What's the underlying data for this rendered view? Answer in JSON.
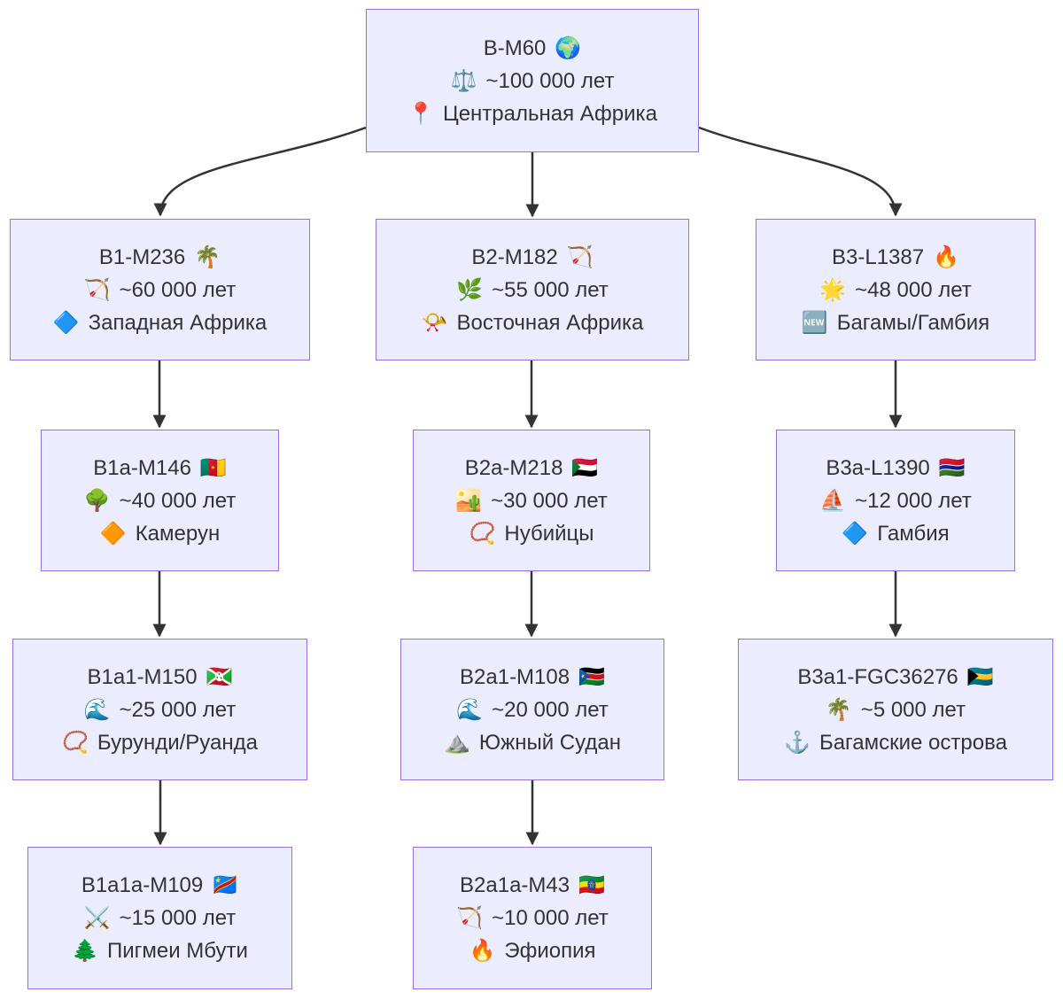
{
  "colors": {
    "background": "#FFFFFF",
    "node_fill": "#ECECFF",
    "node_border": "#9370DB",
    "edge": "#333333",
    "text": "#333333"
  },
  "nodes": [
    {
      "id": "B-M60",
      "label": "B-M60",
      "label_icon": "🌍",
      "age": "~100 000 лет",
      "age_icon": "⚖️",
      "place": "Центральная Африка",
      "place_icon": "📍"
    },
    {
      "id": "B1-M236",
      "label": "B1-M236",
      "label_icon": "🌴",
      "age": "~60 000 лет",
      "age_icon": "🏹",
      "place": "Западная Африка",
      "place_icon": "🔷"
    },
    {
      "id": "B2-M182",
      "label": "B2-M182",
      "label_icon": "🏹",
      "age": "~55 000 лет",
      "age_icon": "🌿",
      "place": "Восточная Африка",
      "place_icon": "📯"
    },
    {
      "id": "B3-L1387",
      "label": "B3-L1387",
      "label_icon": "🔥",
      "age": "~48 000 лет",
      "age_icon": "🌟",
      "place": "Багамы/Гамбия",
      "place_icon": "🆕"
    },
    {
      "id": "B1a-M146",
      "label": "B1a-M146",
      "label_icon": "🇨🇲",
      "age": "~40 000 лет",
      "age_icon": "🌳",
      "place": "Камерун",
      "place_icon": "🔶"
    },
    {
      "id": "B2a-M218",
      "label": "B2a-M218",
      "label_icon": "🇸🇩",
      "age": "~30 000 лет",
      "age_icon": "🏜️",
      "place": "Нубийцы",
      "place_icon": "📿"
    },
    {
      "id": "B3a-L1390",
      "label": "B3a-L1390",
      "label_icon": "🇬🇲",
      "age": "~12 000 лет",
      "age_icon": "⛵",
      "place": "Гамбия",
      "place_icon": "🔷"
    },
    {
      "id": "B1a1-M150",
      "label": "B1a1-M150",
      "label_icon": "🇧🇮",
      "age": "~25 000 лет",
      "age_icon": "🌊",
      "place": "Бурунди/Руанда",
      "place_icon": "📿"
    },
    {
      "id": "B2a1-M108",
      "label": "B2a1-M108",
      "label_icon": "🇸🇸",
      "age": "~20 000 лет",
      "age_icon": "🌊",
      "place": "Южный Судан",
      "place_icon": "⛰️"
    },
    {
      "id": "B3a1-FGC36276",
      "label": "B3a1-FGC36276",
      "label_icon": "🇧🇸",
      "age": "~5 000 лет",
      "age_icon": "🌴",
      "place": "Багамские острова",
      "place_icon": "⚓"
    },
    {
      "id": "B1a1a-M109",
      "label": "B1a1a-M109",
      "label_icon": "🇨🇩",
      "age": "~15 000 лет",
      "age_icon": "⚔️",
      "place": "Пигмеи Мбути",
      "place_icon": "🌲"
    },
    {
      "id": "B2a1a-M43",
      "label": "B2a1a-M43",
      "label_icon": "🇪🇹",
      "age": "~10 000 лет",
      "age_icon": "🏹",
      "place": "Эфиопия",
      "place_icon": "🔥"
    }
  ],
  "edges": [
    {
      "from": "B-M60",
      "to": "B1-M236"
    },
    {
      "from": "B-M60",
      "to": "B2-M182"
    },
    {
      "from": "B-M60",
      "to": "B3-L1387"
    },
    {
      "from": "B1-M236",
      "to": "B1a-M146"
    },
    {
      "from": "B2-M182",
      "to": "B2a-M218"
    },
    {
      "from": "B3-L1387",
      "to": "B3a-L1390"
    },
    {
      "from": "B1a-M146",
      "to": "B1a1-M150"
    },
    {
      "from": "B2a-M218",
      "to": "B2a1-M108"
    },
    {
      "from": "B3a-L1390",
      "to": "B3a1-FGC36276"
    },
    {
      "from": "B1a1-M150",
      "to": "B1a1a-M109"
    },
    {
      "from": "B2a1-M108",
      "to": "B2a1a-M43"
    }
  ]
}
